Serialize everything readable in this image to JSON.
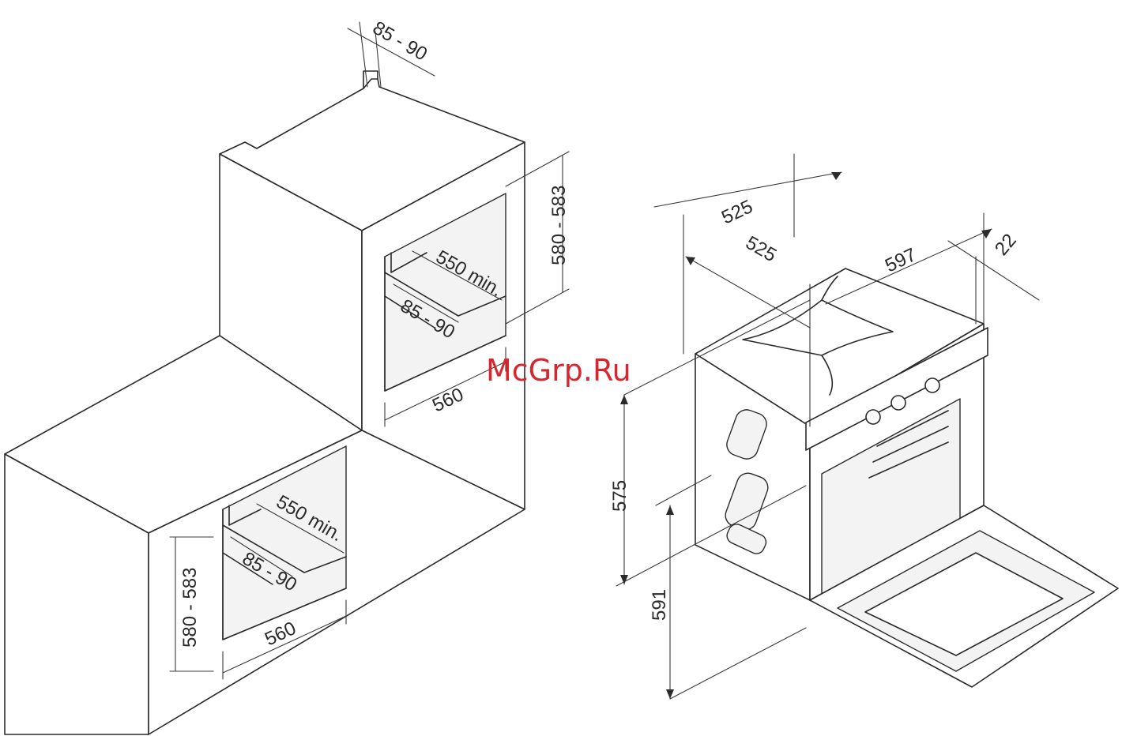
{
  "cabinet_dimensions": {
    "top_gap": "85 - 90",
    "upper_niche": {
      "height": "580 - 583",
      "depth_min": "550 min.",
      "gap": "85 - 90",
      "width": "560"
    },
    "lower_niche": {
      "height": "580 - 583",
      "depth_min": "550 min.",
      "gap": "85 - 90",
      "width": "560"
    }
  },
  "oven_dimensions": {
    "depth_outer": "525",
    "depth_inner": "525",
    "width": "597",
    "panel_thickness": "22",
    "body_height": "575",
    "total_height": "591"
  },
  "watermark": "McGrp.Ru"
}
